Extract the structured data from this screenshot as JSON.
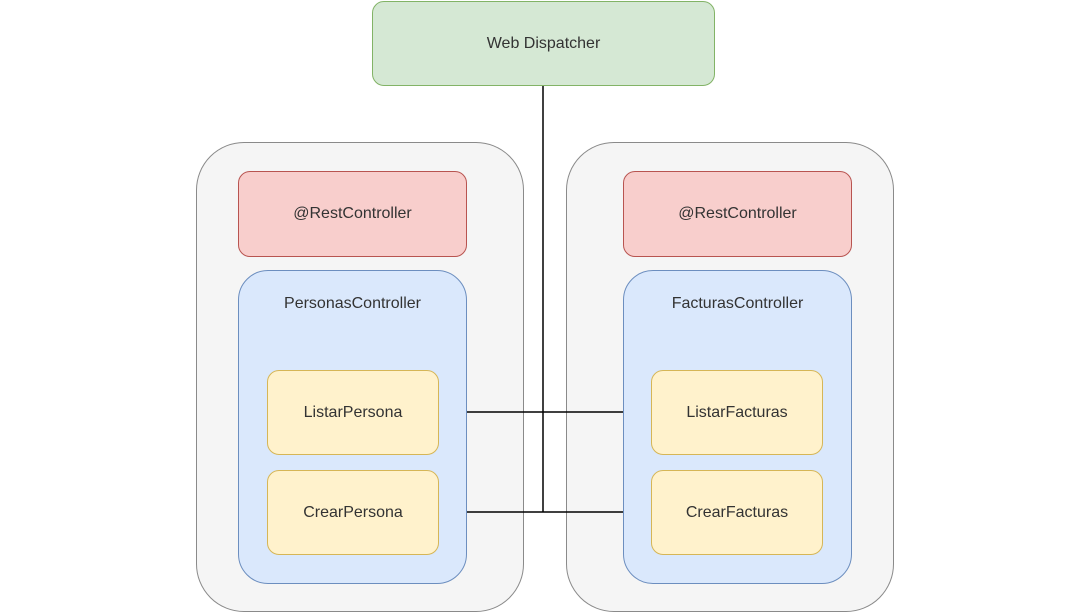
{
  "diagram": {
    "dispatcher": {
      "label": "Web Dispatcher"
    },
    "services": [
      {
        "annotation": "@RestController",
        "controller": "PersonasController",
        "methods": [
          "ListarPersona",
          "CrearPersona"
        ]
      },
      {
        "annotation": "@RestController",
        "controller": "FacturasController",
        "methods": [
          "ListarFacturas",
          "CrearFacturas"
        ]
      }
    ],
    "edges": [
      {
        "from": "Web Dispatcher",
        "to": "ListarPersona",
        "type": "bidirectional"
      },
      {
        "from": "Web Dispatcher",
        "to": "ListarFacturas",
        "type": "bidirectional"
      },
      {
        "from": "Web Dispatcher",
        "to": "CrearPersona",
        "type": "bidirectional"
      },
      {
        "from": "Web Dispatcher",
        "to": "CrearFacturas",
        "type": "bidirectional"
      }
    ],
    "colors": {
      "dispatcher_fill": "#d5e8d4",
      "dispatcher_stroke": "#82b366",
      "annotation_fill": "#f8cecc",
      "annotation_stroke": "#b85450",
      "controller_fill": "#dae8fc",
      "controller_stroke": "#6c8ebf",
      "method_fill": "#fff2cc",
      "method_stroke": "#d6b656",
      "container_fill": "#f5f5f5",
      "container_stroke": "#8a8a8a"
    }
  }
}
